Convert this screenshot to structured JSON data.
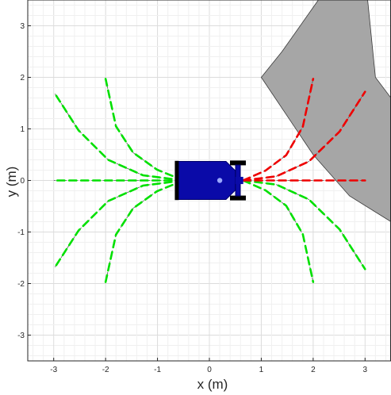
{
  "chart_data": {
    "type": "line",
    "title": "",
    "xlabel": "x (m)",
    "ylabel": "y (m)",
    "xlim": [
      -3.5,
      3.5
    ],
    "ylim": [
      -3.5,
      3.5
    ],
    "x_ticks": [
      -3,
      -2,
      -1,
      0,
      1,
      2,
      3
    ],
    "y_ticks": [
      3,
      2,
      1,
      0,
      -1,
      -2,
      -3
    ],
    "x_tick_labels": [
      "-3",
      "-2",
      "-1",
      "0",
      "1",
      "2",
      "3"
    ],
    "y_tick_labels": [
      "3",
      "2",
      "1",
      "0",
      "-1",
      "-2",
      "-3"
    ],
    "grid": "major-and-minor",
    "colors": {
      "robot_body": "#0a0aa8",
      "wheels": "#000000",
      "obstacle_fill": "#a6a6a6",
      "valid_paths": "#00e000",
      "colliding_paths": "#ee0000",
      "grid": "#e6e6e6",
      "axis": "#262626"
    },
    "robot": {
      "center": [
        0.2,
        0
      ],
      "body_outline": [
        [
          -0.62,
          0.37
        ],
        [
          0.32,
          0.37
        ],
        [
          0.5,
          0.19
        ],
        [
          0.5,
          -0.19
        ],
        [
          0.32,
          -0.37
        ],
        [
          -0.62,
          -0.37
        ]
      ],
      "front_axle_x": 0.55,
      "front_wheel_y": [
        0.34,
        -0.34
      ],
      "rear_wheel_x": -0.62
    },
    "obstacle": {
      "vertices": [
        [
          1.0,
          2.0
        ],
        [
          1.4,
          2.5
        ],
        [
          2.1,
          3.5
        ],
        [
          3.05,
          3.5
        ],
        [
          3.2,
          2.0
        ],
        [
          3.5,
          1.6
        ],
        [
          3.5,
          -0.8
        ],
        [
          2.7,
          -0.3
        ],
        [
          2.0,
          0.5
        ]
      ]
    },
    "paths": [
      {
        "status": "valid",
        "points": [
          [
            -0.5,
            0
          ],
          [
            -3.0,
            0
          ]
        ]
      },
      {
        "status": "valid",
        "points": [
          [
            -0.5,
            0
          ],
          [
            -1.28,
            0.1
          ],
          [
            -1.95,
            0.4
          ],
          [
            -2.52,
            0.97
          ],
          [
            -3.0,
            1.72
          ]
        ]
      },
      {
        "status": "valid",
        "points": [
          [
            -0.5,
            0
          ],
          [
            -1.01,
            0.21
          ],
          [
            -1.47,
            0.54
          ],
          [
            -1.8,
            1.05
          ],
          [
            -2.0,
            1.97
          ]
        ]
      },
      {
        "status": "valid",
        "points": [
          [
            -0.5,
            0
          ],
          [
            -1.28,
            -0.1
          ],
          [
            -1.95,
            -0.4
          ],
          [
            -2.52,
            -0.97
          ],
          [
            -3.0,
            -1.72
          ]
        ]
      },
      {
        "status": "valid",
        "points": [
          [
            -0.5,
            0
          ],
          [
            -1.01,
            -0.21
          ],
          [
            -1.47,
            -0.54
          ],
          [
            -1.8,
            -1.05
          ],
          [
            -2.0,
            -1.97
          ]
        ]
      },
      {
        "status": "valid",
        "points": [
          [
            0.65,
            0
          ],
          [
            1.29,
            -0.08
          ],
          [
            1.92,
            -0.37
          ],
          [
            2.51,
            -0.95
          ],
          [
            3.0,
            -1.72
          ]
        ]
      },
      {
        "status": "valid",
        "points": [
          [
            0.65,
            0
          ],
          [
            1.08,
            -0.19
          ],
          [
            1.48,
            -0.49
          ],
          [
            1.8,
            -1.04
          ],
          [
            2.0,
            -1.97
          ]
        ]
      },
      {
        "status": "colliding",
        "points": [
          [
            0.65,
            0
          ],
          [
            3.0,
            0
          ]
        ]
      },
      {
        "status": "colliding",
        "points": [
          [
            0.65,
            0
          ],
          [
            1.29,
            0.08
          ],
          [
            1.92,
            0.37
          ],
          [
            2.51,
            0.95
          ],
          [
            3.0,
            1.72
          ]
        ]
      },
      {
        "status": "colliding",
        "points": [
          [
            0.65,
            0
          ],
          [
            1.08,
            0.19
          ],
          [
            1.48,
            0.49
          ],
          [
            1.8,
            1.04
          ],
          [
            2.0,
            1.97
          ]
        ]
      }
    ]
  }
}
